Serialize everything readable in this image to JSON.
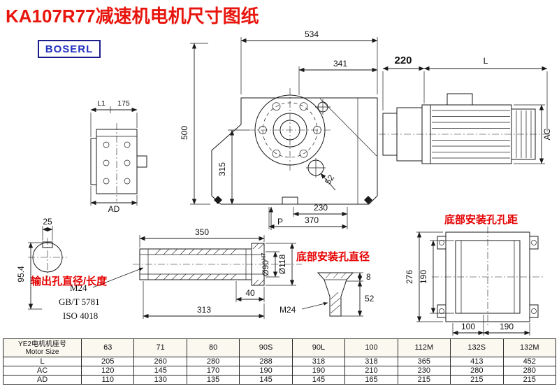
{
  "header": {
    "title": "KA107R77减速机电机尺寸图纸",
    "logo": "BOSERL"
  },
  "annotations": {
    "output_hole": "输出孔直径/长度",
    "bottom_hole_diameter": "底部安装孔直径",
    "bottom_hole_spacing": "底部安装孔孔距"
  },
  "front_view": {
    "total_width": "534",
    "upper_width": "341",
    "total_height": "500",
    "lower_height": "315",
    "hole_offset": "52",
    "bottom_width_1": "230",
    "bottom_width_2": "370",
    "p_label": "P"
  },
  "side_view": {
    "l1": "L1",
    "width": "175",
    "ad": "AD"
  },
  "motor_view": {
    "adapter_length": "220",
    "motor_length": "L",
    "motor_diameter": "AC"
  },
  "shaft_section": {
    "key_width": "25",
    "key_height": "95.4"
  },
  "output_shaft": {
    "length": "350",
    "step": "40",
    "usable_length": "313",
    "thread": "M24",
    "standard_1": "GB/T 5781",
    "standard_2": "ISO 4018",
    "bore": "Ø90",
    "bore_tol": "H7",
    "flange_dia": "Ø118"
  },
  "mount_hole": {
    "plate_thickness": "8",
    "depth": "52",
    "thread": "M24"
  },
  "bottom_view": {
    "height_outer": "276",
    "height_inner": "190",
    "pitch_1": "100",
    "pitch_2": "190"
  },
  "table": {
    "header_cn": "YE2电机机座号",
    "header_en": "Motor Size",
    "sizes": [
      "63",
      "71",
      "80",
      "90S",
      "90L",
      "100",
      "112M",
      "132S",
      "132M"
    ],
    "rows": [
      {
        "label": "L",
        "values": [
          "205",
          "260",
          "280",
          "288",
          "318",
          "318",
          "365",
          "413",
          "452"
        ]
      },
      {
        "label": "AC",
        "values": [
          "120",
          "145",
          "170",
          "190",
          "190",
          "210",
          "230",
          "280",
          "280"
        ]
      },
      {
        "label": "AD",
        "values": [
          "110",
          "130",
          "135",
          "145",
          "145",
          "165",
          "215",
          "215",
          "215"
        ]
      }
    ]
  }
}
